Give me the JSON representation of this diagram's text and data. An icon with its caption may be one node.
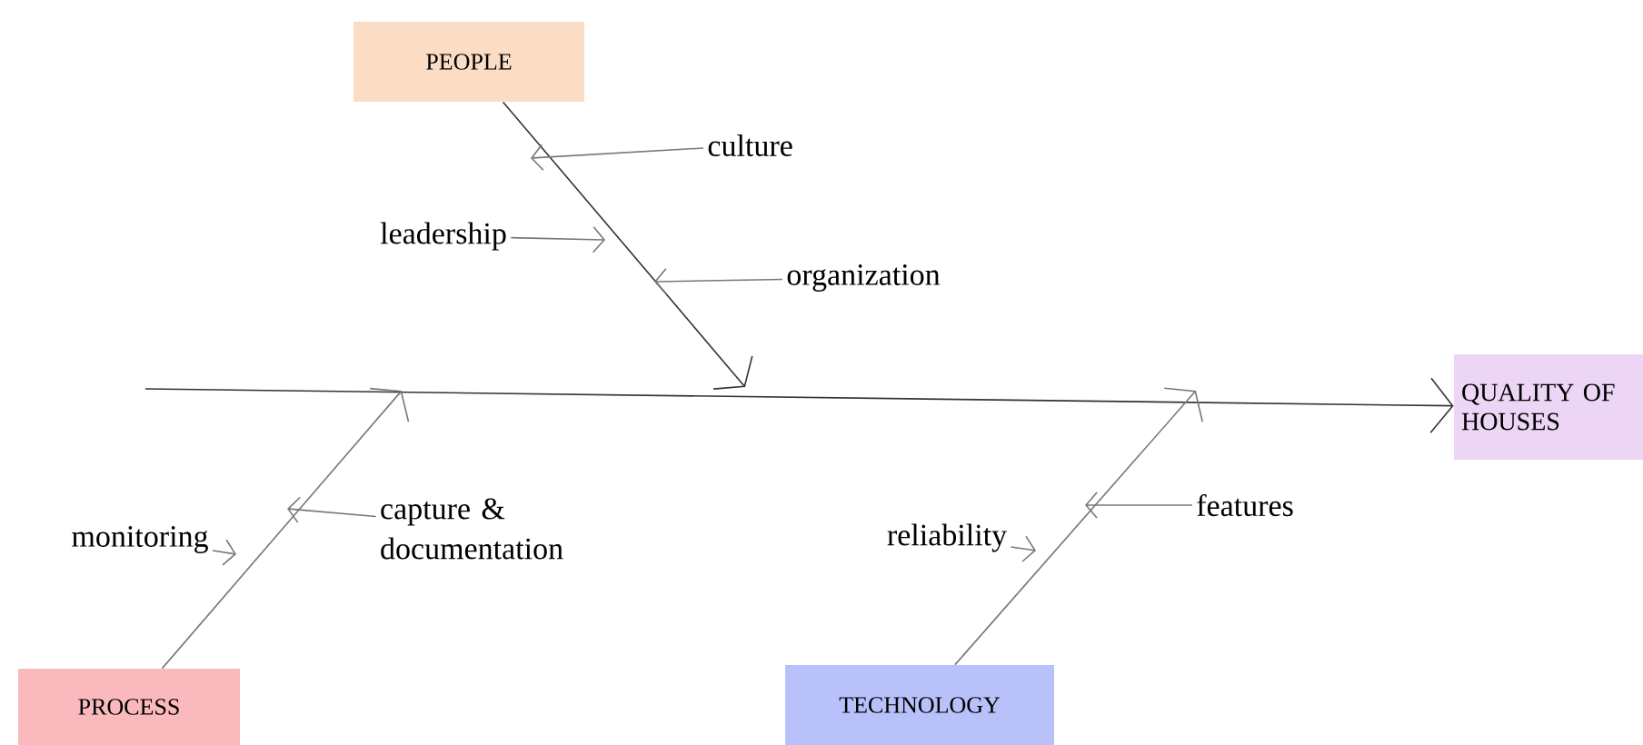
{
  "diagram": {
    "nodes": [
      {
        "text": [
          "PEOPLE"
        ]
      },
      {
        "text": [
          "culture"
        ]
      },
      {
        "text": [
          "leadership"
        ]
      },
      {
        "text": [
          "organization"
        ]
      },
      {
        "text": [
          "QUALITY OF HOUSES"
        ]
      },
      {
        "text": [
          "capture & documentation"
        ]
      },
      {
        "text": [
          "monitoring"
        ]
      },
      {
        "text": [
          "features"
        ]
      },
      {
        "text": [
          "reliability"
        ]
      },
      {
        "text": [
          "PROCESS"
        ]
      },
      {
        "text": [
          "TECHNOLOGY"
        ]
      }
    ],
    "edges": [
      {
        "from": null,
        "to": 4,
        "arrow": "to",
        "color": "#333333"
      },
      {
        "from": 0,
        "to": null,
        "arrow": "to",
        "color": "#333333"
      },
      {
        "from": 9,
        "to": null,
        "arrow": "to"
      },
      {
        "from": 10,
        "to": null,
        "arrow": "to"
      },
      {
        "from": 1,
        "to": null,
        "arrow": "to"
      },
      {
        "from": 2,
        "to": null,
        "arrow": "to"
      },
      {
        "from": 3,
        "to": null,
        "arrow": "to"
      },
      {
        "from": 5,
        "to": null,
        "arrow": "to"
      },
      {
        "from": 6,
        "to": null,
        "arrow": "to"
      },
      {
        "from": 7,
        "to": null,
        "arrow": "to"
      },
      {
        "from": 8,
        "to": null,
        "arrow": "to"
      }
    ]
  }
}
